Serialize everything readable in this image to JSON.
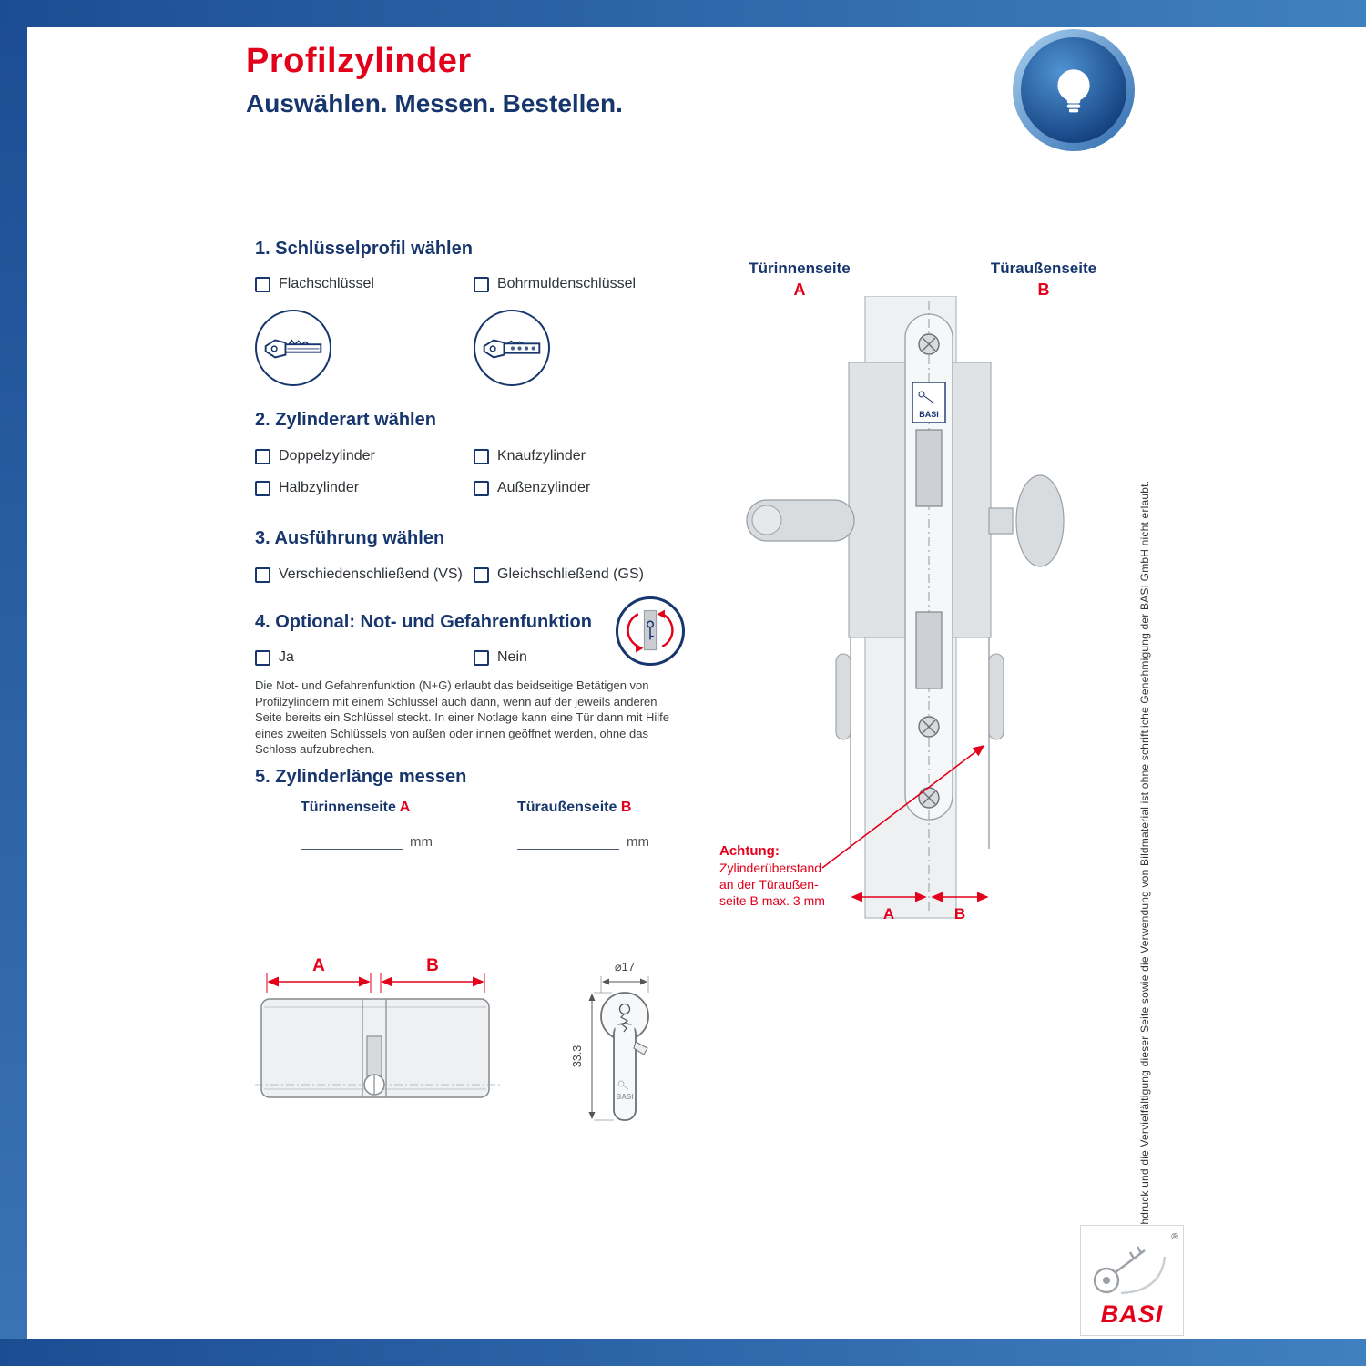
{
  "colors": {
    "red": "#e2001a",
    "navy": "#17366d",
    "frame_blue": "#1c4d94"
  },
  "header": {
    "title": "Profilzylinder",
    "subtitle": "Auswählen. Messen. Bestellen.",
    "icon": "light-bulb-icon"
  },
  "steps": {
    "s1": {
      "heading": "1. Schlüsselprofil wählen",
      "options": [
        "Flachschlüssel",
        "Bohrmuldenschlüssel"
      ]
    },
    "s2": {
      "heading": "2. Zylinderart wählen",
      "options": [
        "Doppelzylinder",
        "Knaufzylinder",
        "Halbzylinder",
        "Außenzylinder"
      ]
    },
    "s3": {
      "heading": "3. Ausführung wählen",
      "options": [
        "Verschiedenschließend (VS)",
        "Gleichschließend (GS)"
      ]
    },
    "s4": {
      "heading": "4. Optional: Not- und Gefahrenfunktion",
      "options": [
        "Ja",
        "Nein"
      ],
      "description": "Die Not- und Gefahrenfunktion (N+G) erlaubt das beidseitige Betätigen von Profilzylindern mit einem Schlüssel auch dann, wenn auf der jeweils anderen Seite bereits ein Schlüssel steckt. In einer Notlage kann eine Tür dann mit Hilfe eines zweiten Schlüssels von außen oder innen geöffnet werden, ohne das Schloss aufzubrechen."
    },
    "s5": {
      "heading": "5. Zylinderlänge messen"
    }
  },
  "measure": {
    "inner_label": "Türinnenseite",
    "inner_letter": "A",
    "inner_value": "",
    "outer_label": "Türaußenseite",
    "outer_letter": "B",
    "outer_value": "",
    "unit": "mm"
  },
  "diagram": {
    "inner_label": "Türinnenseite",
    "inner_letter": "A",
    "outer_label": "Türaußenseite",
    "outer_letter": "B",
    "dim_a": "A",
    "dim_b": "B",
    "mini_logo": "BASI",
    "warning": {
      "title": "Achtung:",
      "lines": [
        "Zylinderüberstand",
        "an der Türaußen-",
        "seite B max. 3 mm"
      ]
    }
  },
  "cylinder": {
    "dim_a": "A",
    "dim_b": "B"
  },
  "cross_section": {
    "diameter": "⌀17",
    "height": "33.3",
    "logo": "BASI"
  },
  "footer": {
    "copyright": "Ein Nachdruck und die Vervielfältigung dieser Seite sowie die Verwendung von Bildmaterial ist ohne schriftliche Genehmigung der BASI GmbH nicht erlaubt.",
    "logo_text": "BASI",
    "registered": "®"
  }
}
